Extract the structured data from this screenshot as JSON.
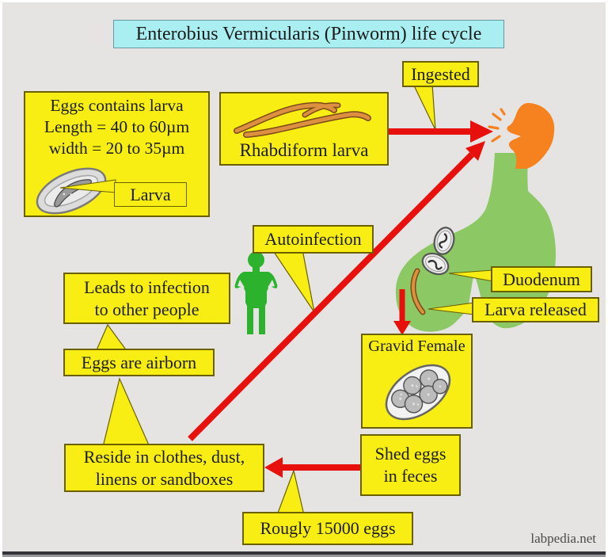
{
  "title": "Enterobius Vermicularis (Pinworm) life cycle",
  "watermark": "labpedia.net",
  "colors": {
    "bg": "#e5e4e2",
    "text": "#1c1c1c",
    "label_bg": "#f8ee14",
    "label_border": "#6b6000",
    "title_bg": "#a9eef0",
    "title_border": "#6899a0",
    "arrow_red": "#e8100c",
    "gut_green": "#8cc863",
    "person_green": "#2cb22c",
    "head_orange": "#f5821f",
    "worm_orange": "#dd9040",
    "worm_outline": "#7a4a18",
    "egg_gray": "#dcdcdc",
    "footer_dark": "#333338",
    "footer_gray": "#98989a",
    "watermark": "#4a4a4a"
  },
  "labels": {
    "ingested": "Ingested",
    "autoinfection": "Autoinfection",
    "duodenum": "Duodenum",
    "larva_released": "Larva released",
    "gravid_female": "Gravid Female",
    "rhabdiform": "Rhabdiform larva",
    "roughly_eggs": "Rougly 15000 eggs",
    "eggs_airborn": "Eggs are airborn",
    "larva_tag": "Larva"
  },
  "boxes": {
    "egg_info": {
      "line1": "Eggs contains larva",
      "line2": "Length = 40 to 60µm",
      "line3": "width = 20 to 35µm"
    },
    "leads_infection": {
      "line1": "Leads to infection",
      "line2": "to other people"
    },
    "reside": {
      "line1": "Reside in clothes, dust,",
      "line2": "linens or sandboxes"
    },
    "shed_eggs": {
      "line1": "Shed eggs",
      "line2": "in feces"
    }
  }
}
